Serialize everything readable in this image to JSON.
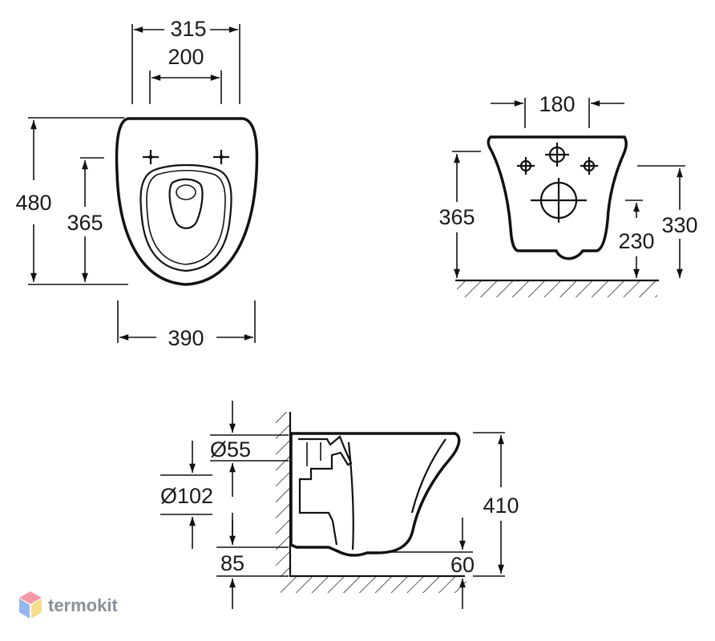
{
  "top_view": {
    "dim_width_outer": "315",
    "dim_width_inner": "200",
    "dim_length_total": "480",
    "dim_length_holes": "365",
    "dim_width_bowl": "390"
  },
  "front_view": {
    "dim_width_holes": "180",
    "dim_height_total": "365",
    "dim_height_left": "330",
    "dim_height_outlet": "230"
  },
  "side_view": {
    "dim_diameter_small": "Ø55",
    "dim_diameter_large": "Ø102",
    "dim_height": "410",
    "dim_offset_bottom": "85",
    "dim_offset_outlet": "60"
  },
  "watermark": {
    "text": "termokit",
    "colors": [
      "#e84a5f",
      "#3b7ddd",
      "#f2c12e"
    ]
  }
}
